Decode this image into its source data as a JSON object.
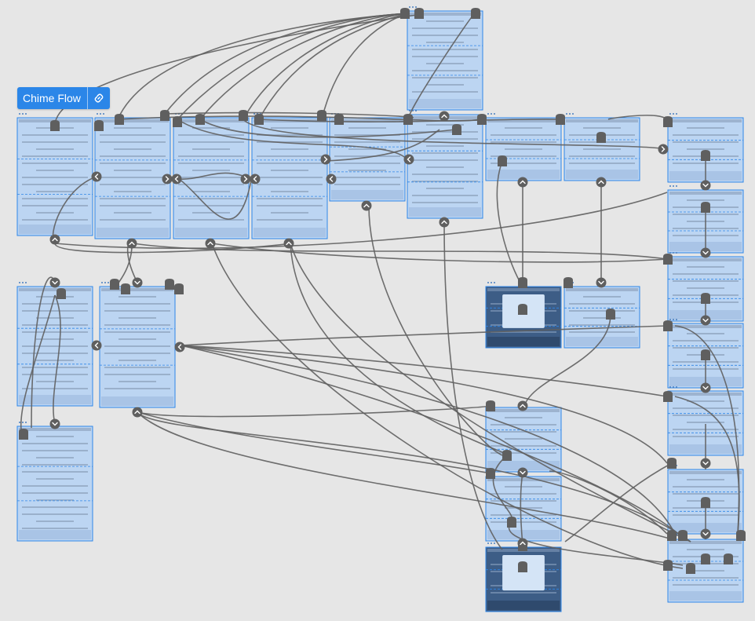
{
  "flow": {
    "title": "Chime Flow",
    "link_icon": "link-icon",
    "accent": "#2b86e8"
  },
  "colors": {
    "canvas": "#e6e6e6",
    "screen_fill": "#bcd5f2",
    "screen_border": "#2f86e8",
    "dark_modal_fill": "#3d5d86",
    "connector": "#5f5f5f",
    "wireframe_line": "#7e92ab"
  },
  "screens": [
    {
      "id": "s1",
      "variant": "light"
    },
    {
      "id": "s2",
      "variant": "light"
    },
    {
      "id": "s3",
      "variant": "light"
    },
    {
      "id": "s4",
      "variant": "light"
    },
    {
      "id": "s5",
      "variant": "light"
    },
    {
      "id": "s6",
      "variant": "light"
    },
    {
      "id": "s7",
      "variant": "light"
    },
    {
      "id": "s8",
      "variant": "light"
    },
    {
      "id": "s9",
      "variant": "light"
    },
    {
      "id": "s10",
      "variant": "light"
    },
    {
      "id": "s11",
      "variant": "light"
    },
    {
      "id": "s12",
      "variant": "light"
    },
    {
      "id": "s13",
      "variant": "dark"
    },
    {
      "id": "s14",
      "variant": "light"
    },
    {
      "id": "s15",
      "variant": "light"
    },
    {
      "id": "s16",
      "variant": "light"
    },
    {
      "id": "s17",
      "variant": "dark"
    },
    {
      "id": "s18",
      "variant": "light"
    },
    {
      "id": "s19",
      "variant": "light"
    },
    {
      "id": "s20",
      "variant": "light"
    },
    {
      "id": "s21",
      "variant": "light"
    },
    {
      "id": "s22",
      "variant": "light"
    },
    {
      "id": "s23",
      "variant": "light"
    },
    {
      "id": "s24",
      "variant": "light"
    }
  ]
}
